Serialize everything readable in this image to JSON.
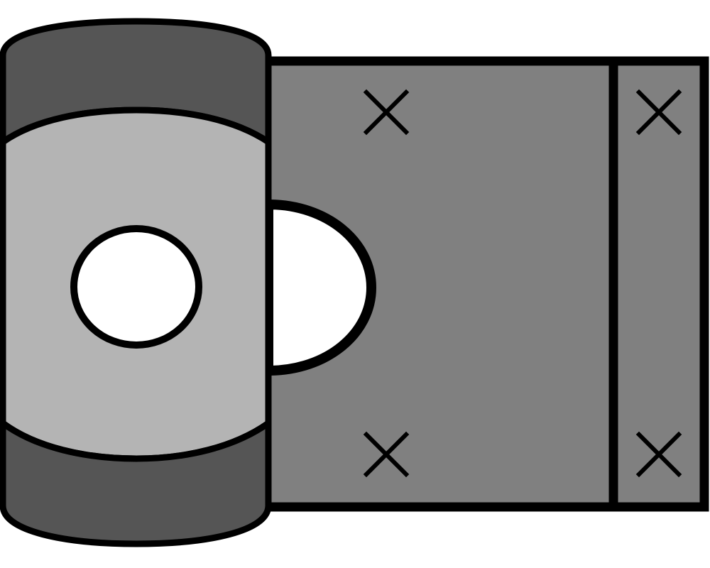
{
  "figure": {
    "description_free": true,
    "colors": {
      "background": "#ffffff",
      "cylinder_dark": "#555555",
      "cylinder_light": "#b4b4b4",
      "plate": "#808080",
      "hole": "#ffffff",
      "outline": "#000000"
    },
    "parts": [
      {
        "id": "cylinder-top-band",
        "shape": "curved-band",
        "color_key": "cylinder_dark"
      },
      {
        "id": "cylinder-body",
        "shape": "curved-band",
        "color_key": "cylinder_light"
      },
      {
        "id": "cylinder-bottom-band",
        "shape": "curved-band",
        "color_key": "cylinder_dark"
      },
      {
        "id": "cylinder-hole",
        "shape": "ellipse",
        "color_key": "hole"
      },
      {
        "id": "main-plate",
        "shape": "rectangle",
        "color_key": "plate"
      },
      {
        "id": "side-plate",
        "shape": "rectangle",
        "color_key": "plate"
      },
      {
        "id": "plate-notch",
        "shape": "half-ellipse",
        "color_key": "hole"
      }
    ],
    "markers": {
      "symbol": "x-cross-icon",
      "count": 4
    }
  }
}
